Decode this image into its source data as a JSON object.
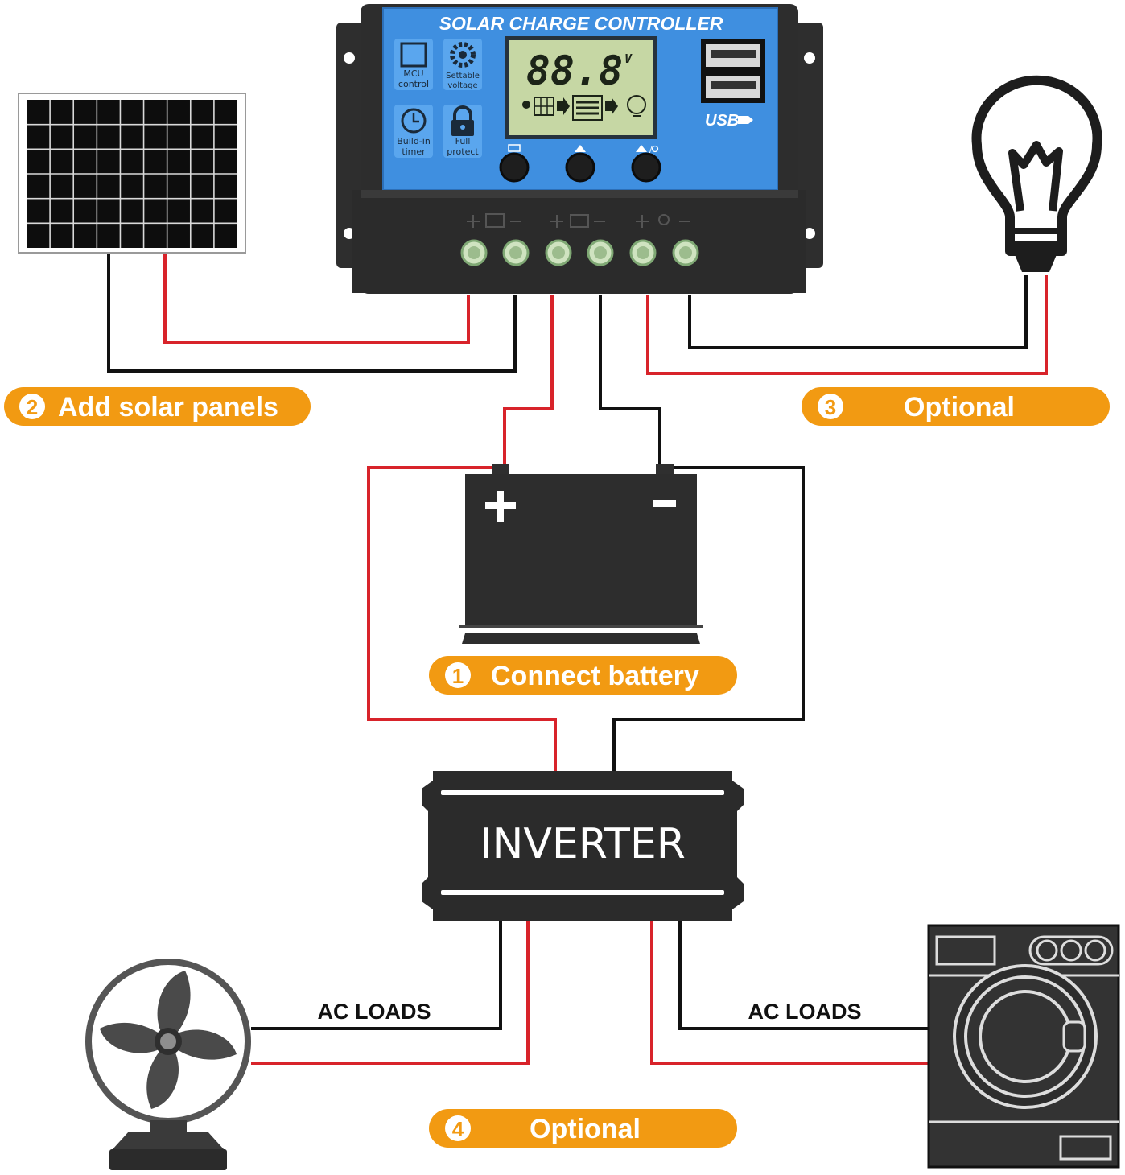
{
  "controller": {
    "title": "SOLAR CHARGE CONTROLLER",
    "features": [
      {
        "line1": "MCU",
        "line2": "control",
        "icon": "chip-icon"
      },
      {
        "line1": "Settable",
        "line2": "voltage",
        "icon": "gear-icon"
      },
      {
        "line1": "Build-in",
        "line2": "timer",
        "icon": "clock-icon"
      },
      {
        "line1": "Full",
        "line2": "protect",
        "icon": "lock-icon"
      }
    ],
    "lcd_value": "88.8",
    "lcd_unit": "V",
    "usb_label": "USB"
  },
  "steps": {
    "step1": {
      "number": "1",
      "text": "Connect battery"
    },
    "step2": {
      "number": "2",
      "text": "Add solar panels"
    },
    "step3": {
      "number": "3",
      "text": "Optional"
    },
    "step4": {
      "number": "4",
      "text": "Optional"
    }
  },
  "inverter": {
    "label": "INVERTER"
  },
  "ac_loads": {
    "left": "AC LOADS",
    "right": "AC LOADS"
  },
  "colors": {
    "badge": "#f29a12",
    "controller_blue": "#3f8fe0",
    "body_dark": "#2b2b2b",
    "wire_red": "#d8232a",
    "wire_black": "#111111",
    "lcd_green": "#c6d7a4"
  }
}
